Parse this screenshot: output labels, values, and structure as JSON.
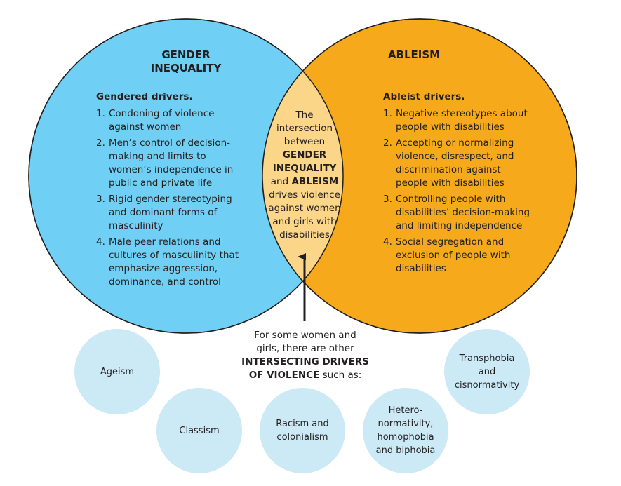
{
  "colors": {
    "gender_circle": "#6fcff5",
    "ableism_circle": "#f5a91b",
    "intersection": "#fbd588",
    "small_circles": "#cce9f6",
    "text": "#231f20"
  },
  "gender": {
    "title_line1": "GENDER",
    "title_line2": "INEQUALITY",
    "subtitle": "Gendered drivers.",
    "items": [
      {
        "num": "1.",
        "text": "Condoning of violence against women"
      },
      {
        "num": "2.",
        "text": "Men’s control of decision-making  and limits to women’s independence in public and private life"
      },
      {
        "num": "3.",
        "text": "Rigid gender stereotyping and dominant forms of masculinity"
      },
      {
        "num": "4.",
        "text": "Male peer relations and cultures of masculinity that emphasize aggression, dominance, and control"
      }
    ]
  },
  "ableism": {
    "title": "ABLEISM",
    "subtitle": "Ableist drivers.",
    "items": [
      {
        "num": "1.",
        "text": "Negative stereotypes about people with disabilities"
      },
      {
        "num": "2.",
        "text": "Accepting or normalizing violence, disrespect, and discrimination against people with disabilities"
      },
      {
        "num": "3.",
        "text": "Controlling people with disabilities’ decision-making and limiting independence"
      },
      {
        "num": "4.",
        "text": "Social segregation and exclusion of people with disabilities"
      }
    ]
  },
  "intersection": {
    "line1": "The",
    "line2": "intersection",
    "line3": "between",
    "line4": "GENDER",
    "line5": "INEQUALITY",
    "line6_and": "and",
    "line6_bold": "ABLEISM",
    "line7": "drives violence",
    "line8": "against women",
    "line9": "and girls with",
    "line10": "disabilities"
  },
  "other_drivers": {
    "line1": "For some women and",
    "line2": "girls, there are other",
    "line3": "INTERSECTING DRIVERS",
    "line4_bold": "OF VIOLENCE",
    "line4_rest": " such as:",
    "circles": [
      {
        "label": "Ageism"
      },
      {
        "label": "Classism"
      },
      {
        "label": "Racism and colonialism"
      },
      {
        "label": "Hetero-normativity, homophobia and biphobia"
      },
      {
        "label": "Transphobia and cisnormativity"
      }
    ]
  }
}
